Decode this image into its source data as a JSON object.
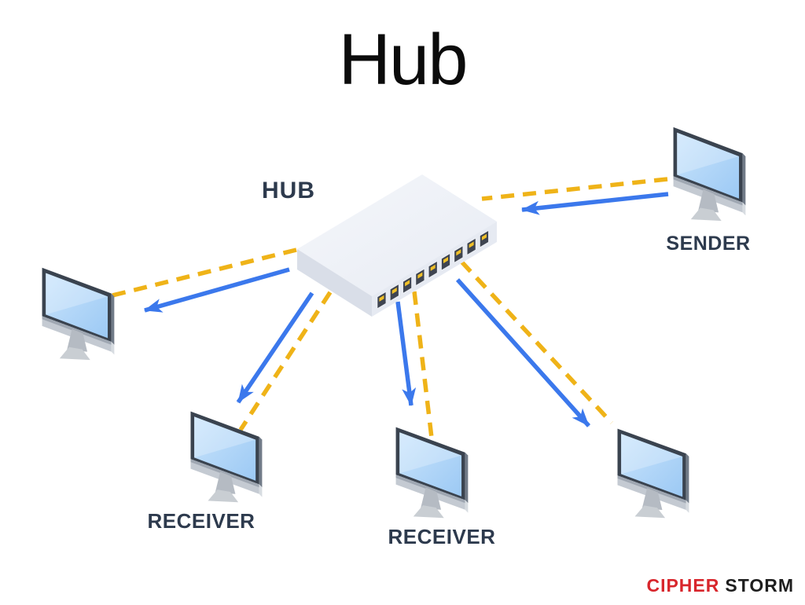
{
  "title": "Hub",
  "diagram": {
    "hub_label": "HUB",
    "devices": {
      "hub": {
        "type": "network-hub",
        "label": "HUB",
        "ports": 9
      },
      "sender": {
        "type": "computer",
        "label": "SENDER"
      },
      "peer_left": {
        "type": "computer",
        "label": ""
      },
      "receiver_bottom_left": {
        "type": "computer",
        "label": "RECEIVER"
      },
      "receiver_bottom_center": {
        "type": "computer",
        "label": "RECEIVER"
      },
      "peer_bottom_right": {
        "type": "computer",
        "label": ""
      }
    },
    "connections": [
      {
        "from": "sender",
        "to": "hub",
        "cable": "yellow-dashed",
        "arrow": "blue",
        "arrow_direction": "toward-hub"
      },
      {
        "from": "hub",
        "to": "peer_left",
        "cable": "yellow-dashed",
        "arrow": "blue",
        "arrow_direction": "toward-device"
      },
      {
        "from": "hub",
        "to": "receiver_bottom_left",
        "cable": "yellow-dashed",
        "arrow": "blue",
        "arrow_direction": "toward-device"
      },
      {
        "from": "hub",
        "to": "receiver_bottom_center",
        "cable": "yellow-dashed",
        "arrow": "blue",
        "arrow_direction": "toward-device"
      },
      {
        "from": "hub",
        "to": "peer_bottom_right",
        "cable": "yellow-dashed",
        "arrow": "blue",
        "arrow_direction": "toward-device"
      }
    ]
  },
  "branding": {
    "word1": "CIPHER",
    "word2": "STORM"
  },
  "colors": {
    "cable_yellow": "#EFB318",
    "arrow_blue": "#3B78EC",
    "label_navy": "#2D3A4D",
    "title_black": "#0B0B0B",
    "logo_red": "#D8262C",
    "logo_dark": "#1E1E1E",
    "screen_blue": "#A9D3F8",
    "monitor_frame": "#3A434F",
    "hub_body": "#EDF0F6",
    "port_yellow": "#F0C028",
    "background": "#FFFFFF"
  }
}
